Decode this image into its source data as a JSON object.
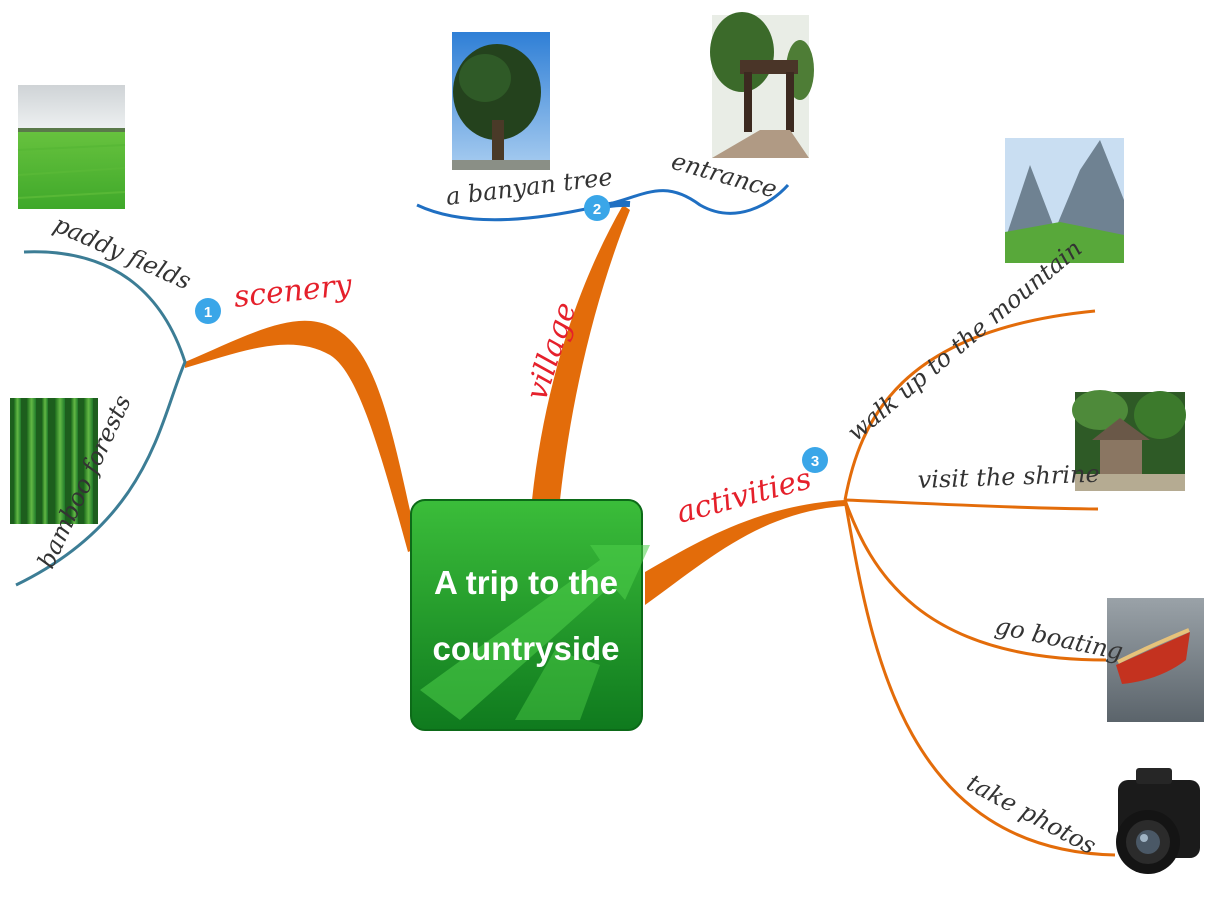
{
  "center": {
    "line1": "A trip to the",
    "line2": "countryside"
  },
  "branches": [
    {
      "number": "1",
      "label": "scenery",
      "children": [
        "paddy fields",
        "bamboo forests"
      ]
    },
    {
      "number": "2",
      "label": "village",
      "children": [
        "a banyan tree",
        "entrance"
      ]
    },
    {
      "number": "3",
      "label": "activities",
      "children": [
        "walk up to the mountain",
        "visit the shrine",
        "go boating",
        "take photos"
      ]
    }
  ],
  "colors": {
    "branch_main": "#e36c0a",
    "scenery_sub": "#3c7d95",
    "village_sub": "#1f6fc2",
    "label_red": "#e5202b",
    "badge_blue": "#3aa6e8",
    "center_green": "#1f9a2a"
  },
  "images": [
    "paddy-field-photo",
    "bamboo-forest-photo",
    "banyan-tree-photo",
    "entrance-photo",
    "mountain-photo",
    "shrine-photo",
    "boat-photo",
    "camera-photo"
  ]
}
